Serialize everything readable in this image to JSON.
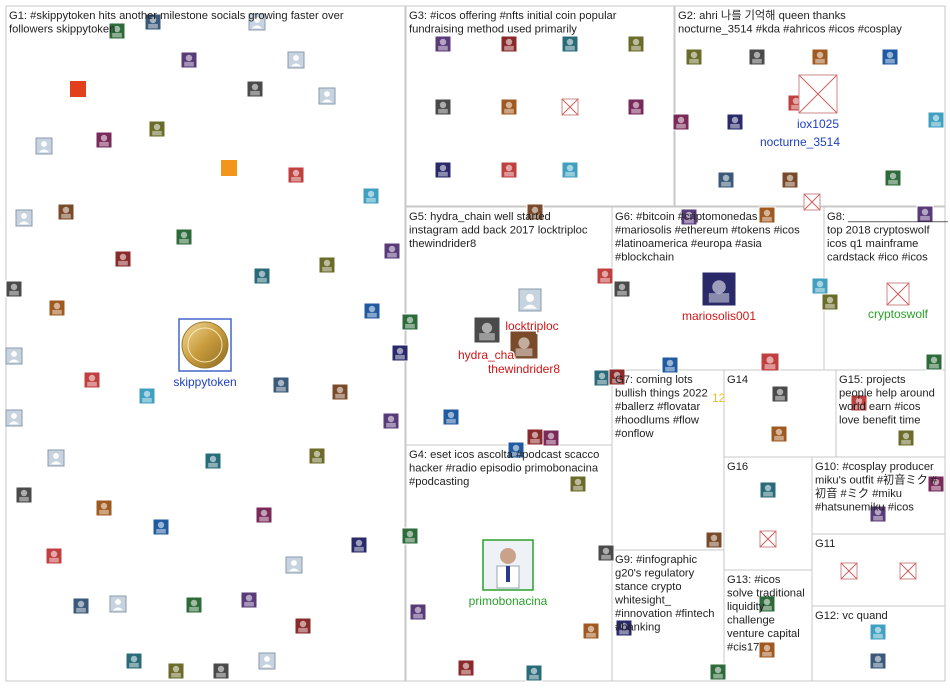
{
  "colors": {
    "panel_border": "#c8c8c8",
    "edge_strong": "#b56b6b",
    "edge_light": "#b8b8b8",
    "edge_red": "#e8202a",
    "hub_blue": "#1f3fbf",
    "hub_red": "#d01515",
    "hub_green": "#2aa02a"
  },
  "groups": [
    {
      "id": "g1",
      "lines": [
        "G1: #skippytoken hits another milestone socials growing faster over",
        "followers skippytoken"
      ]
    },
    {
      "id": "g3",
      "lines": [
        "G3: #icos offering #nfts initial coin popular",
        "fundraising method used primarily"
      ]
    },
    {
      "id": "g2",
      "lines": [
        "G2: ahri 나를 기억해 queen thanks",
        "nocturne_3514 #kda #ahricos #icos #cosplay"
      ]
    },
    {
      "id": "g5",
      "lines": [
        "G5: hydra_chain well started",
        "instagram add back 2017 locktriploc",
        "thewindrider8"
      ]
    },
    {
      "id": "g6",
      "lines": [
        "G6: #bitcoin #criptomonedas",
        "#mariosolis #ethereum #tokens #icos",
        "#latinoamerica #europa #asia",
        "#blockchain"
      ]
    },
    {
      "id": "g8",
      "lines": [
        "G8: ________________",
        "top 2018 cryptoswolf",
        "icos q1 mainframe",
        "cardstack #ico #icos"
      ]
    },
    {
      "id": "g7",
      "lines": [
        "G7: coming lots",
        "bullish things 2022",
        "#ballerz #flovatar",
        "#hoodlums #flow",
        "#onflow"
      ]
    },
    {
      "id": "g14",
      "lines": [
        "G14"
      ]
    },
    {
      "id": "g15",
      "lines": [
        "G15: projects",
        "people help around",
        "world earn #icos",
        "love benefit time"
      ]
    },
    {
      "id": "g4",
      "lines": [
        "G4: eset icos ascolta #podcast scacco",
        "hacker #radio episodio primobonacina",
        "#podcasting"
      ]
    },
    {
      "id": "g16",
      "lines": [
        "G16"
      ]
    },
    {
      "id": "g10",
      "lines": [
        "G10: #cosplay producer",
        "miku's outfit #初音ミク #",
        "初音 #ミク #miku",
        "#hatsunemiku #icos"
      ]
    },
    {
      "id": "g11",
      "lines": [
        "G11"
      ]
    },
    {
      "id": "g9",
      "lines": [
        "G9: #infographic",
        "g20's regulatory",
        "stance crypto",
        "whitesight_",
        "#innovation #fintech",
        "#banking"
      ]
    },
    {
      "id": "g13",
      "lines": [
        "G13: #icos",
        "solve traditional",
        "liquidity",
        "challenge",
        "venture capital",
        "#cis17"
      ]
    },
    {
      "id": "g12",
      "lines": [
        "G12: vc quand"
      ]
    }
  ],
  "hubs": [
    {
      "id": "skippytoken",
      "label": "skippytoken",
      "color": "hub_blue"
    },
    {
      "id": "iox1025",
      "label": "iox1025",
      "color": "hub_blue"
    },
    {
      "id": "nocturne",
      "label": "nocturne_3514",
      "color": "hub_blue"
    },
    {
      "id": "locktriploc",
      "label": "locktriploc",
      "color": "hub_red"
    },
    {
      "id": "hydra",
      "label": "hydra_cha",
      "color": "hub_red"
    },
    {
      "id": "windrider",
      "label": "thewindrider8",
      "color": "hub_red"
    },
    {
      "id": "mariosolis",
      "label": "mariosolis001",
      "color": "hub_red"
    },
    {
      "id": "cryptoswolf",
      "label": "cryptoswolf",
      "color": "hub_green"
    },
    {
      "id": "primobonacina",
      "label": "primobonacina",
      "color": "hub_green"
    }
  ],
  "stray_labels": [
    {
      "id": "g7-partial",
      "text": "12"
    }
  ]
}
